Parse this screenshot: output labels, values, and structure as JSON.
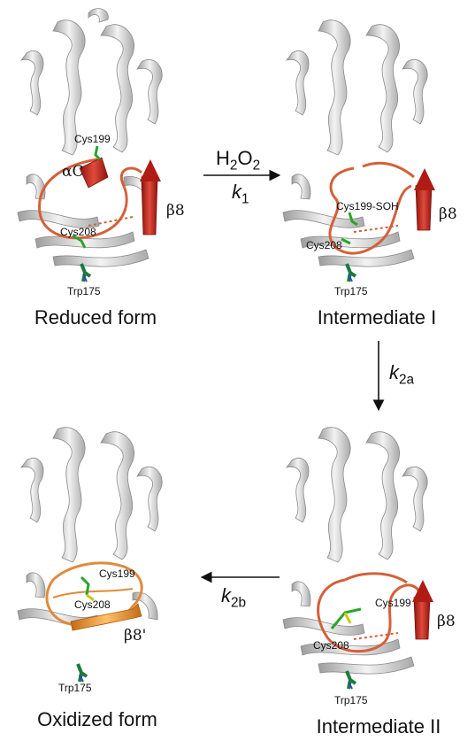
{
  "panels": {
    "reduced": {
      "caption": "Reduced form",
      "labels": {
        "cys199": "Cys199",
        "alphaC": "αC",
        "cys208": "Cys208",
        "beta8": "β8",
        "trp175": "Trp175"
      }
    },
    "intermediate1": {
      "caption": "Intermediate I",
      "labels": {
        "cys199": "Cys199-SOH",
        "cys208": "Cys208",
        "beta8": "β8",
        "trp175": "Trp175"
      }
    },
    "intermediate2": {
      "caption": "Intermediate II",
      "labels": {
        "cys199": "Cys199",
        "cys208": "Cys208",
        "beta8": "β8",
        "trp175": "Trp175"
      }
    },
    "oxidized": {
      "caption": "Oxidized form",
      "labels": {
        "cys199": "Cys199",
        "cys208": "Cys208",
        "beta8": "β8'",
        "trp175": "Trp175"
      }
    }
  },
  "arrows": {
    "step1": {
      "reagent_main": "H",
      "reagent_sub1": "2",
      "reagent_mid": "O",
      "reagent_sub2": "2",
      "rate_k": "k",
      "rate_sub": "1"
    },
    "step2a": {
      "rate_k": "k",
      "rate_sub": "2a"
    },
    "step2b": {
      "rate_k": "k",
      "rate_sub": "2b"
    }
  },
  "colors": {
    "ribbon_gray": "#cfcfcf",
    "ribbon_edge": "#8a8a8a",
    "loop_reduced": "#d4603a",
    "helix_red": "#c8251b",
    "strand_red": "#d12a1e",
    "loop_oxidized": "#e08a3a",
    "strand_orange": "#f0952e",
    "cys_green": "#2aa52a",
    "trp_green": "#1d7a3a",
    "trp_blue": "#2a4fb5"
  }
}
